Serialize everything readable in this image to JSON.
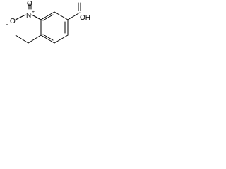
{
  "molecule": {
    "atoms": {
      "nitro_oxygen_left": "O",
      "nitro_oxygen_left_charge": "−",
      "nitro_nitrogen": "N",
      "nitro_nitrogen_charge": "+",
      "nitro_oxygen_top": "O",
      "acid_group": "OH"
    }
  }
}
